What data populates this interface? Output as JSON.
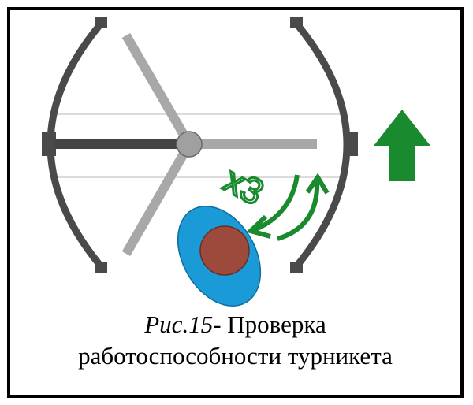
{
  "figure": {
    "label": "Рис.15",
    "caption_line1": "- Проверка",
    "caption_line2": "работоспособности турникета"
  },
  "annotation": {
    "repeat_text": "x3"
  },
  "colors": {
    "frame_arc": "#4a4a4a",
    "arm_active": "#444444",
    "arm_idle": "#a8a8a8",
    "hub": "#a0a0a0",
    "rail": "#cfcfcf",
    "arrow_green": "#1a8a2e",
    "person_body": "#1a9ad6",
    "person_head": "#9b4a3b"
  }
}
